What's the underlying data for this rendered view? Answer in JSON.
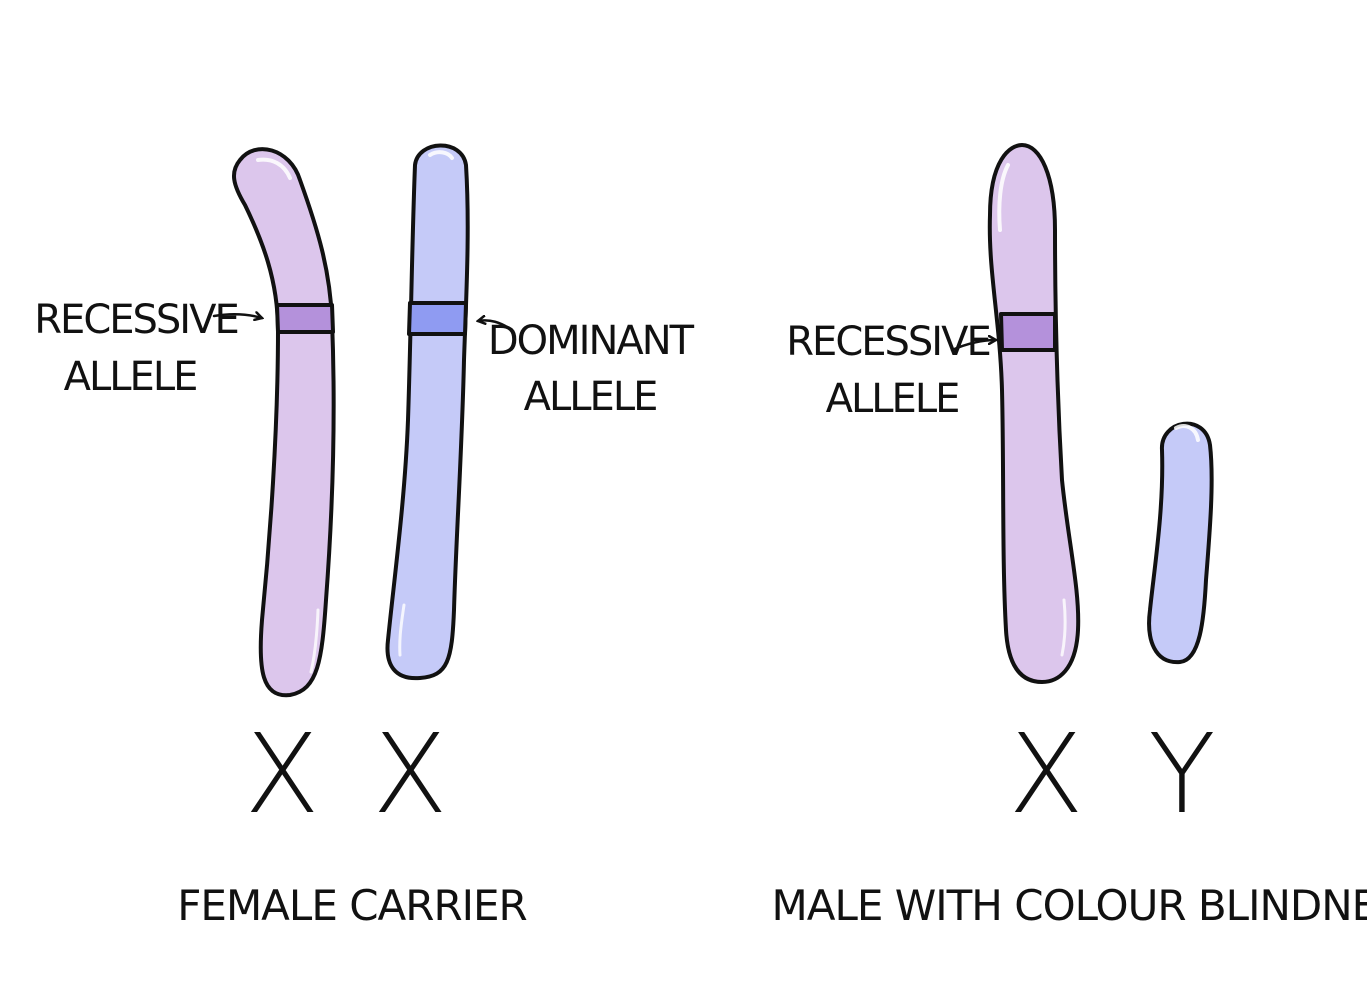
{
  "colors": {
    "recessive_body": "#dcc6ec",
    "recessive_band": "#b491db",
    "dominant_body": "#c5caf8",
    "dominant_band": "#8f9bf2",
    "outline": "#111111"
  },
  "female": {
    "caption": "FEMALE CARRIER",
    "left_label": {
      "line1": "RECESSIVE",
      "line2": "ALLELE"
    },
    "right_label": {
      "line1": "DOMINANT",
      "line2": "ALLELE"
    },
    "chromosome_1_letter": "X",
    "chromosome_2_letter": "X"
  },
  "male": {
    "caption": "MALE WITH COLOUR BLINDNESS",
    "label": {
      "line1": "RECESSIVE",
      "line2": "ALLELE"
    },
    "chromosome_1_letter": "X",
    "chromosome_2_letter": "Y"
  }
}
